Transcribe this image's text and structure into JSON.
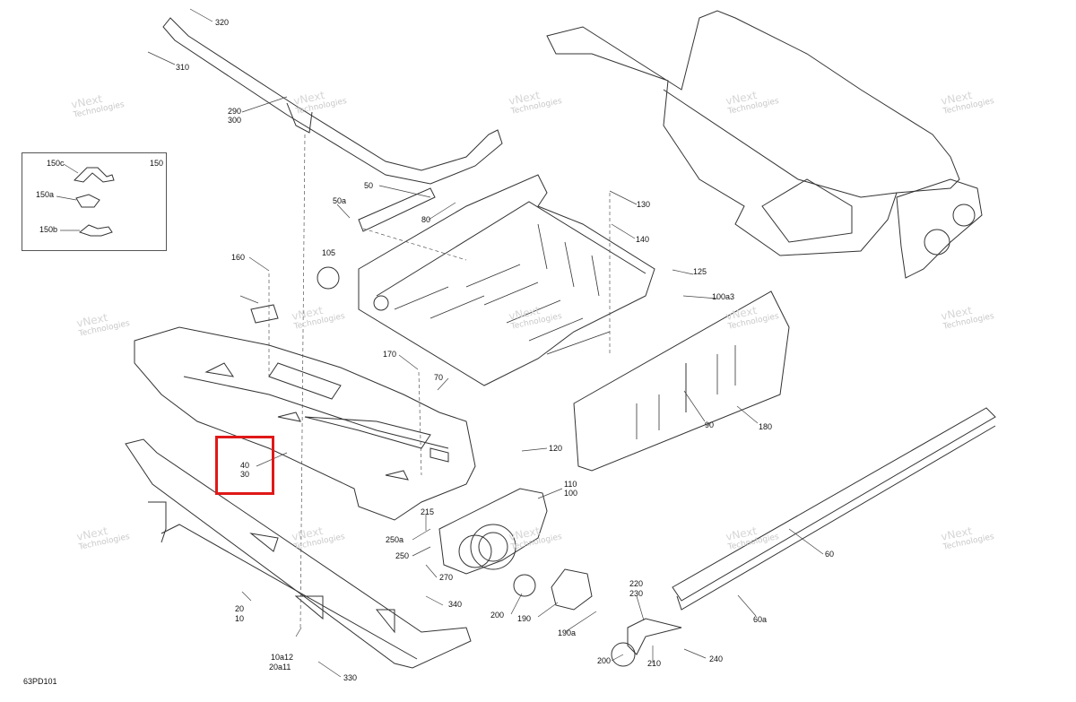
{
  "diagram": {
    "code": "63PD101",
    "watermark": {
      "line1": "vNext",
      "line2": "Technologies"
    },
    "highlight_color": "#e01818",
    "callouts": [
      "320",
      "310",
      "290",
      "300",
      "150c",
      "150",
      "150a",
      "150b",
      "50",
      "50a",
      "80",
      "105",
      "130",
      "140",
      "160",
      "125",
      "100a3",
      "170",
      "70",
      "90",
      "180",
      "120",
      "110",
      "100",
      "40",
      "30",
      "215",
      "250a",
      "250",
      "270",
      "340",
      "200",
      "190",
      "190a",
      "200",
      "220",
      "230",
      "210",
      "240",
      "60",
      "60a",
      "20",
      "10",
      "10a12",
      "20a11",
      "330"
    ]
  }
}
